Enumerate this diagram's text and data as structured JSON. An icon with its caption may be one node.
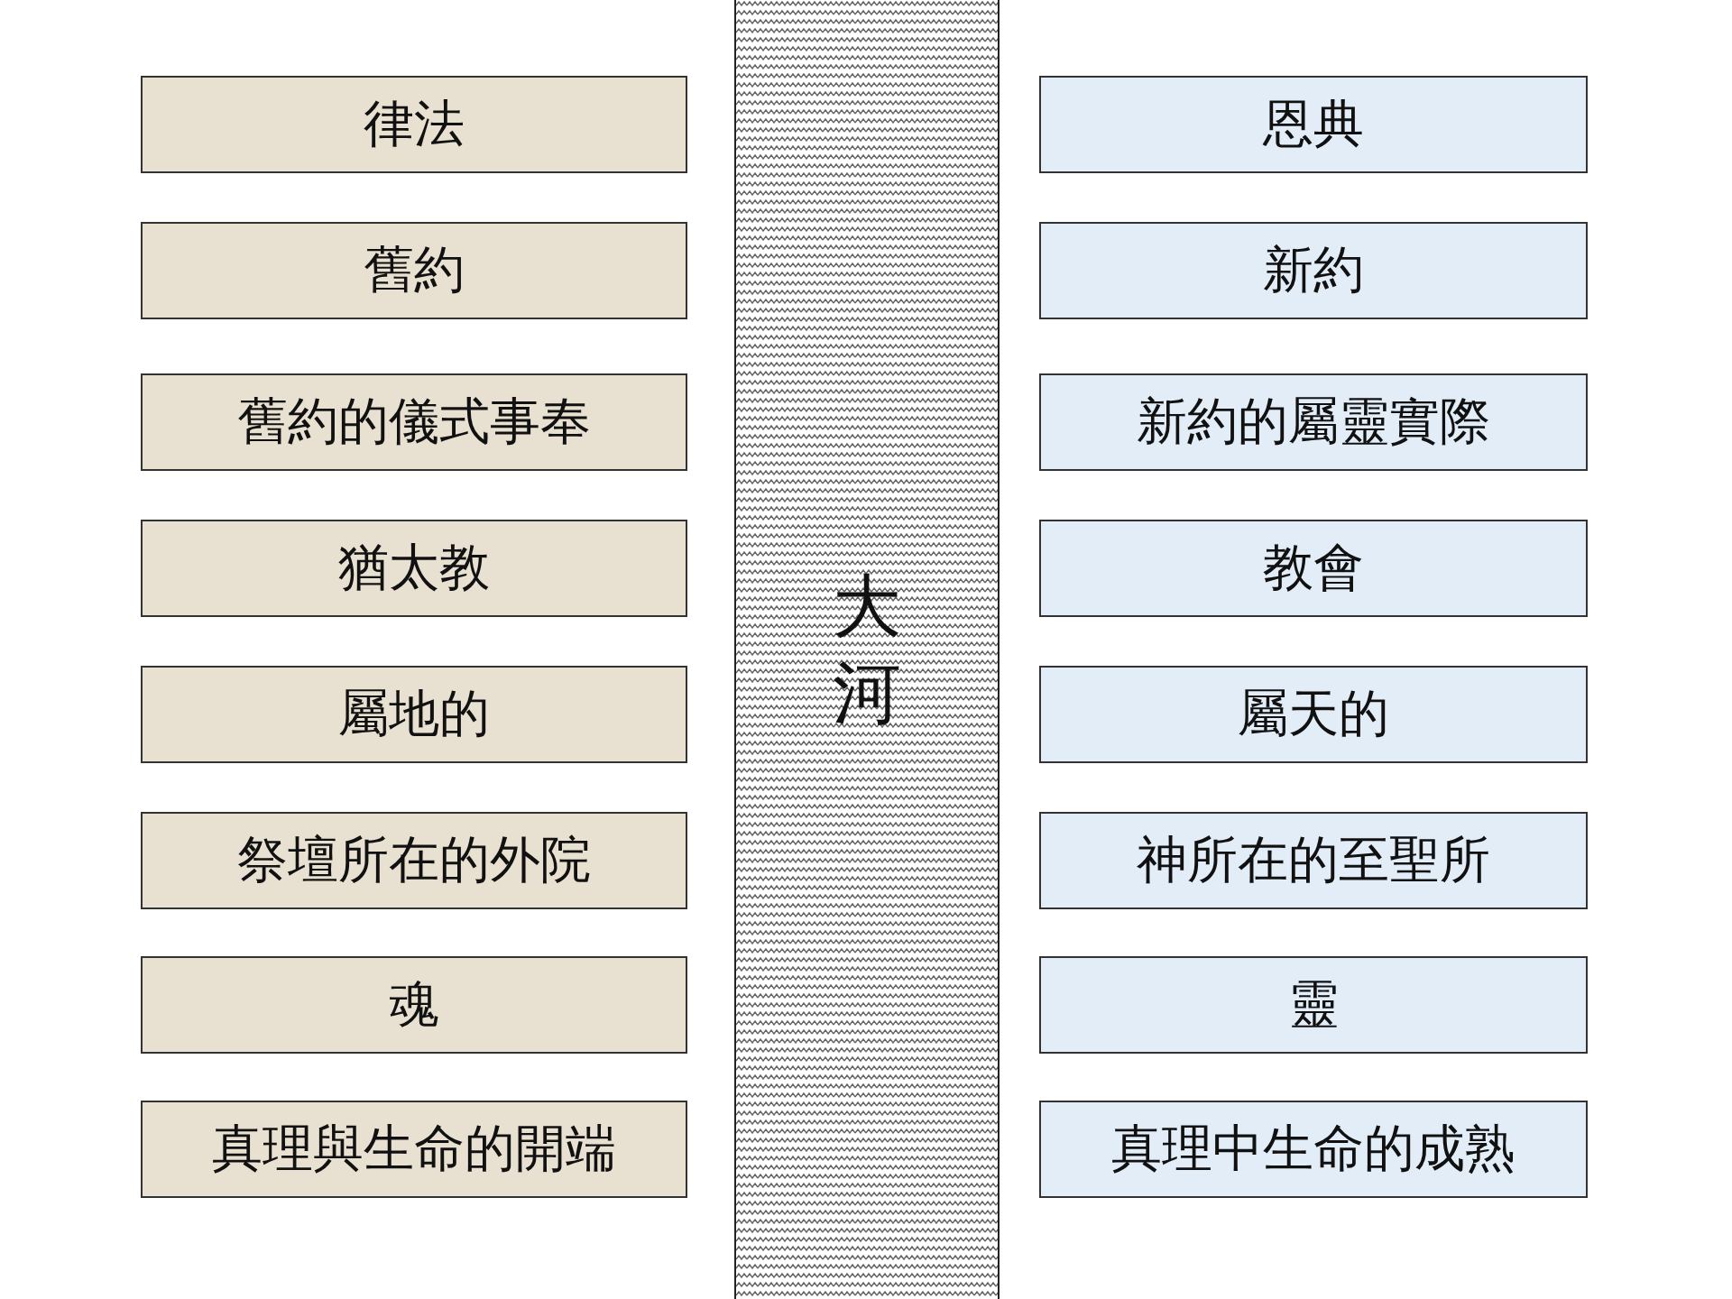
{
  "diagram": {
    "nodes": [
      {
        "text": [
          "律法"
        ]
      },
      {
        "text": [
          "舊約"
        ]
      },
      {
        "text": [
          "舊約的儀式事奉"
        ]
      },
      {
        "text": [
          "猶太教"
        ]
      },
      {
        "text": [
          "屬地的"
        ]
      },
      {
        "text": [
          "祭壇所在的外院"
        ]
      },
      {
        "text": [
          "魂"
        ]
      },
      {
        "text": [
          "真理與生命的開端"
        ]
      },
      {
        "text": [
          "大河"
        ]
      },
      {
        "text": [
          "恩典"
        ]
      },
      {
        "text": [
          "新約"
        ]
      },
      {
        "text": [
          "新約的屬靈實際"
        ]
      },
      {
        "text": [
          "教會"
        ]
      },
      {
        "text": [
          "屬天的"
        ]
      },
      {
        "text": [
          "神所在的至聖所"
        ]
      },
      {
        "text": [
          "靈"
        ]
      },
      {
        "text": [
          "真理中生命的成熟"
        ]
      }
    ]
  }
}
